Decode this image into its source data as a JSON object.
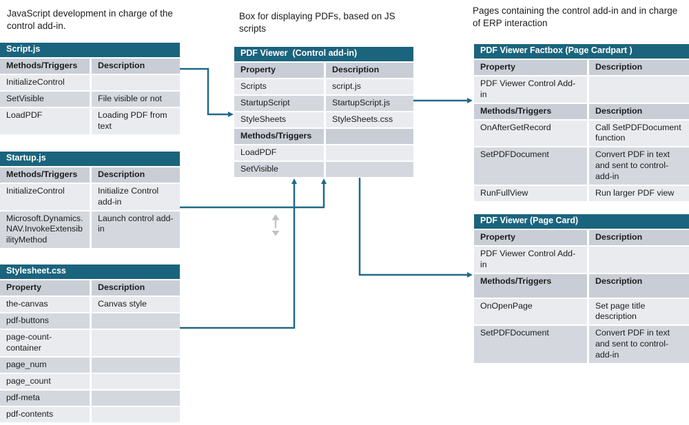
{
  "annotations": {
    "left": "JavaScript development in charge of the control add-in.",
    "middle": "Box for displaying PDFs, based on JS scripts",
    "right": "Pages containing the control add-in and in charge of ERP interaction"
  },
  "tables": {
    "script_js": {
      "title": "Script.js",
      "rows": [
        {
          "c1": "Methods/Triggers",
          "c2": "Description"
        },
        {
          "c1": "InitializeControl",
          "c2": ""
        },
        {
          "c1": "SetVisible",
          "c2": "File visible or not"
        },
        {
          "c1": "LoadPDF",
          "c2": "Loading PDF from text"
        }
      ]
    },
    "startup_js": {
      "title": "Startup.js",
      "rows": [
        {
          "c1": "Methods/Triggers",
          "c2": "Description"
        },
        {
          "c1": "InitializeControl",
          "c2": "Initialize Control add-in"
        },
        {
          "c1": "Microsoft.Dynamics.NAV.InvokeExtensibilityMethod",
          "c2": "Launch control add-in"
        }
      ]
    },
    "stylesheet_css": {
      "title": "Stylesheet.css",
      "rows": [
        {
          "c1": "Property",
          "c2": "Description"
        },
        {
          "c1": "the-canvas",
          "c2": "Canvas style"
        },
        {
          "c1": "pdf-buttons",
          "c2": ""
        },
        {
          "c1": "page-count-container",
          "c2": ""
        },
        {
          "c1": "page_num",
          "c2": ""
        },
        {
          "c1": "page_count",
          "c2": ""
        },
        {
          "c1": "pdf-meta",
          "c2": ""
        },
        {
          "c1": "pdf-contents",
          "c2": ""
        }
      ]
    },
    "control_addin": {
      "title": "PDF Viewer  (Control add-in)",
      "rows": [
        {
          "c1": "Property",
          "c2": "Description"
        },
        {
          "c1": "Scripts",
          "c2": "script.js"
        },
        {
          "c1": "StartupScript",
          "c2": "StartupScript.js"
        },
        {
          "c1": "StyleSheets",
          "c2": "StyleSheets.css"
        },
        {
          "c1": "Methods/Triggers",
          "c2": ""
        },
        {
          "c1": "LoadPDF",
          "c2": ""
        },
        {
          "c1": "SetVisible",
          "c2": ""
        }
      ]
    },
    "factbox": {
      "title": "PDF Viewer Factbox (Page Cardpart )",
      "rows": [
        {
          "c1": "Property",
          "c2": "Description"
        },
        {
          "c1": "PDF Viewer Control Add-in",
          "c2": ""
        },
        {
          "c1": "Methods/Triggers",
          "c2": "Description"
        },
        {
          "c1": "OnAfterGetRecord",
          "c2": "Call SetPDFDocument function"
        },
        {
          "c1": "SetPDFDocument",
          "c2": "Convert PDF in text and sent to control-add-in"
        },
        {
          "c1": "RunFullView",
          "c2": "Run larger PDF view"
        }
      ]
    },
    "page_card": {
      "title": "PDF Viewer (Page Card)",
      "rows": [
        {
          "c1": "Property",
          "c2": "Description"
        },
        {
          "c1": "PDF Viewer Control Add-in",
          "c2": ""
        },
        {
          "c1": "Methods/Triggers",
          "c2": "Description"
        },
        {
          "c1": "OnOpenPage",
          "c2": "Set page title description"
        },
        {
          "c1": "SetPDFDocument",
          "c2": "Convert PDF in text and sent to control-add-in"
        }
      ]
    }
  },
  "icons": {
    "pane_up_arrow": "up-arrow",
    "pane_down_arrow": "down-arrow"
  },
  "colors": {
    "header_teal": "#1b647d",
    "arrow": "#20688a",
    "subheader_gray": "#c9ced6",
    "band_dark": "#d4d8de",
    "band_light": "#e9ebee"
  }
}
